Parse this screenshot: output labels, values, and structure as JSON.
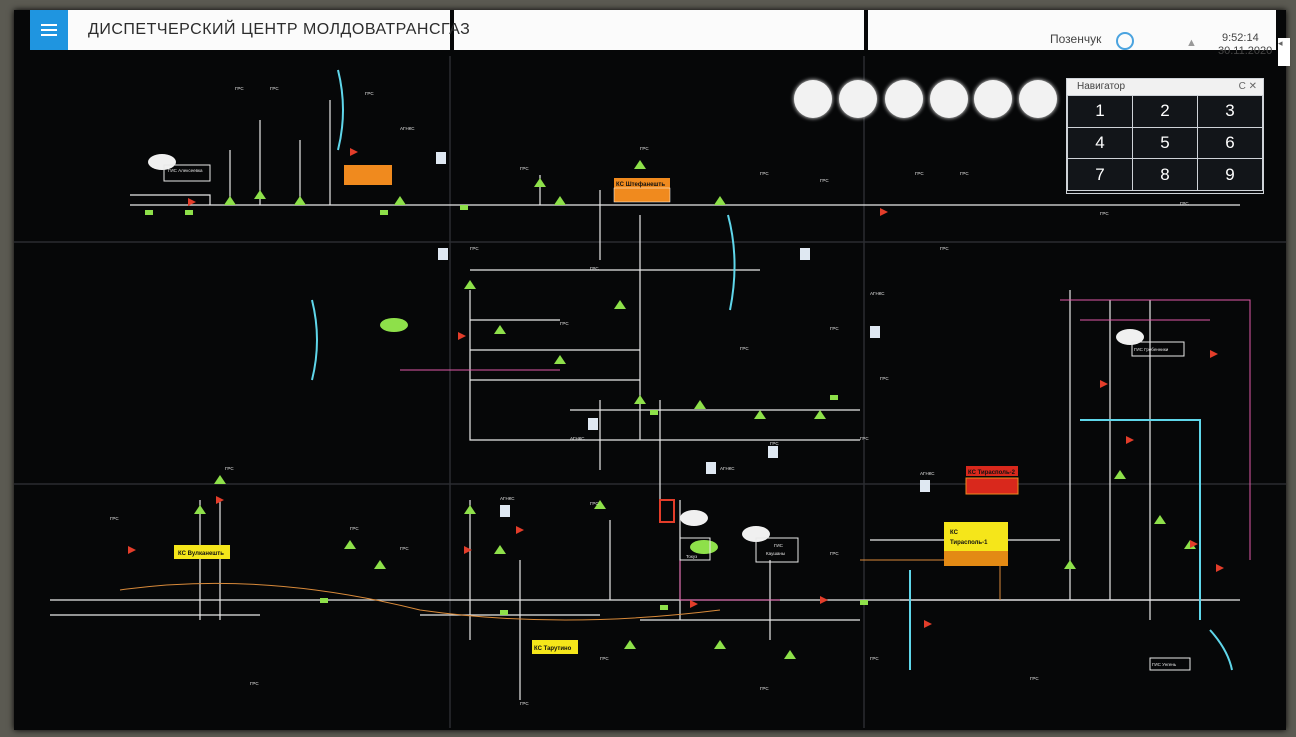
{
  "header": {
    "title": "ДИСПЕТЧЕРСКИЙ ЦЕНТР МОЛДОВАТРАНСГАЗ",
    "user": "Позенчук",
    "time": "9:52:14",
    "date": "30.11.2020"
  },
  "navigator": {
    "title": "Навигатор",
    "cells": [
      "1",
      "2",
      "3",
      "4",
      "5",
      "6",
      "7",
      "8",
      "9"
    ]
  },
  "stations": {
    "ks_vulkanesht": "КС Вулканешть",
    "ks_tarutino": "КС Тарутино",
    "ks_tiraspol2": "КС Тирасполь-2",
    "ks_tiraspol1_a": "КС",
    "ks_tiraspol1_b": "Тирасполь-1",
    "ks_shtefaneshty": "КС Штефанешть",
    "gis_kaushany_a": "ГИС",
    "gis_kaushany_b": "Каушаны",
    "gis_grebenniki": "ГИС Гребенники",
    "gis_alexeevka": "ГИС Алексеевка",
    "tocuz": "Токуз",
    "gis_ungheni": "ГИС Унгень"
  },
  "colors": {
    "accent": "#1f95e0",
    "valve_green": "#8ee04a",
    "valve_red": "#e33d2a",
    "ks_yellow": "#f5e61a",
    "ks_orange": "#f08a1e",
    "ks_red": "#d9281c",
    "pipe_white": "#e8e8e8",
    "pipe_cyan": "#5fd6ea",
    "pipe_pink": "#e05aa8"
  }
}
